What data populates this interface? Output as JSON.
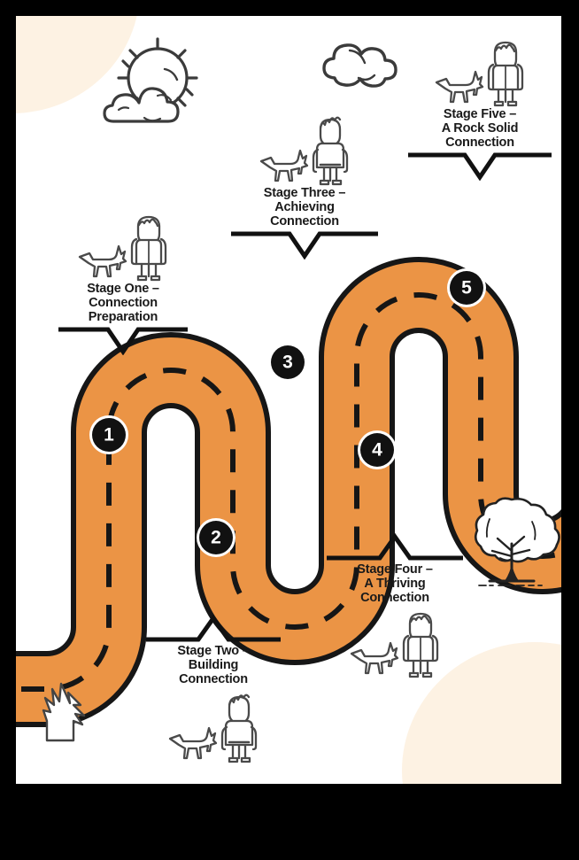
{
  "theme": {
    "road_fill": "#eb9445",
    "road_outline": "#161616",
    "road_center_line": "#161616",
    "marker_fill": "#111111",
    "marker_text": "#ffffff",
    "canvas_bg": "#ffffff",
    "accent_blob": "#fdf2e3",
    "page_bg": "#000000",
    "text_color": "#1a1a1a",
    "icon_stroke": "#4a4a4a"
  },
  "infographic": {
    "type": "roadmap",
    "stage_count": 5
  },
  "stages": [
    {
      "number": "1",
      "marker_label": "1",
      "lines": [
        "Stage One –",
        "Connection",
        "Preparation"
      ],
      "bracket": "down",
      "figure": "woman-with-dog",
      "icons": [
        "dog-icon",
        "person-woman-icon"
      ],
      "icon_position": "above-label"
    },
    {
      "number": "2",
      "marker_label": "2",
      "lines": [
        "Stage Two –",
        "Building",
        "Connection"
      ],
      "bracket": "up",
      "figure": "man-with-dog",
      "icons": [
        "dog-icon",
        "person-man-icon"
      ],
      "icon_position": "below-label"
    },
    {
      "number": "3",
      "marker_label": "3",
      "lines": [
        "Stage Three –",
        "Achieving",
        "Connection"
      ],
      "bracket": "down",
      "figure": "man-with-dog",
      "icons": [
        "dog-icon",
        "person-man-icon"
      ],
      "icon_position": "above-label"
    },
    {
      "number": "4",
      "marker_label": "4",
      "lines": [
        "Stage Four –",
        "A Thriving",
        "Connection"
      ],
      "bracket": "up",
      "figure": "woman-with-dog",
      "icons": [
        "dog-icon",
        "person-woman-icon"
      ],
      "icon_position": "below-label"
    },
    {
      "number": "5",
      "marker_label": "5",
      "lines": [
        "Stage Five –",
        "A Rock Solid",
        "Connection"
      ],
      "bracket": "down",
      "figure": "woman-with-dog",
      "icons": [
        "dog-icon",
        "person-woman-icon"
      ],
      "icon_position": "above-label"
    }
  ],
  "decorations": [
    {
      "name": "sun-behind-clouds-icon"
    },
    {
      "name": "cloud-icon"
    },
    {
      "name": "tree-icon"
    },
    {
      "name": "grass-tuft-icon"
    }
  ]
}
